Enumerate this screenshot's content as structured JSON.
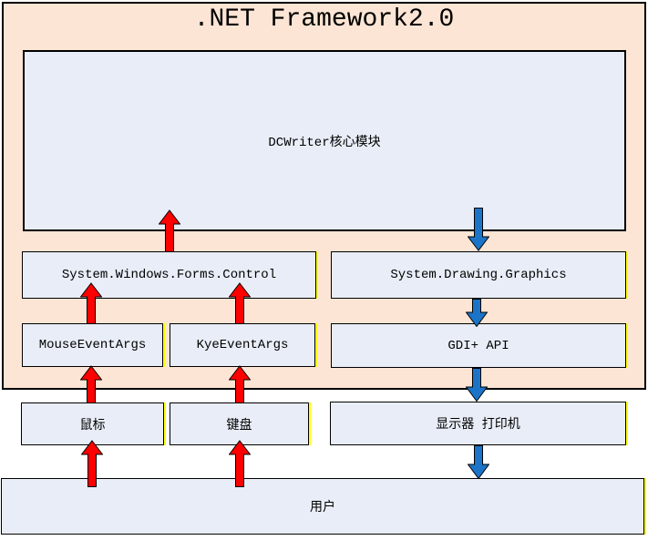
{
  "diagram": {
    "title": ".NET Framework2.0",
    "boxes": {
      "core": "DCWriter核心模块",
      "forms_control": "System.Windows.Forms.Control",
      "drawing_graphics": "System.Drawing.Graphics",
      "mouse_event_args": "MouseEventArgs",
      "key_event_args": "KyeEventArgs",
      "gdi_api": "GDI+ API",
      "mouse": "鼠标",
      "keyboard": "键盘",
      "display_printer": "显示器 打印机",
      "user": "用户"
    },
    "colors": {
      "frame_bg": "#fce5d4",
      "box_bg": "#e8edf7",
      "arrow_red": "#fe0000",
      "arrow_blue": "#1b74c8",
      "highlight": "#ffff00",
      "line": "#000000"
    }
  }
}
